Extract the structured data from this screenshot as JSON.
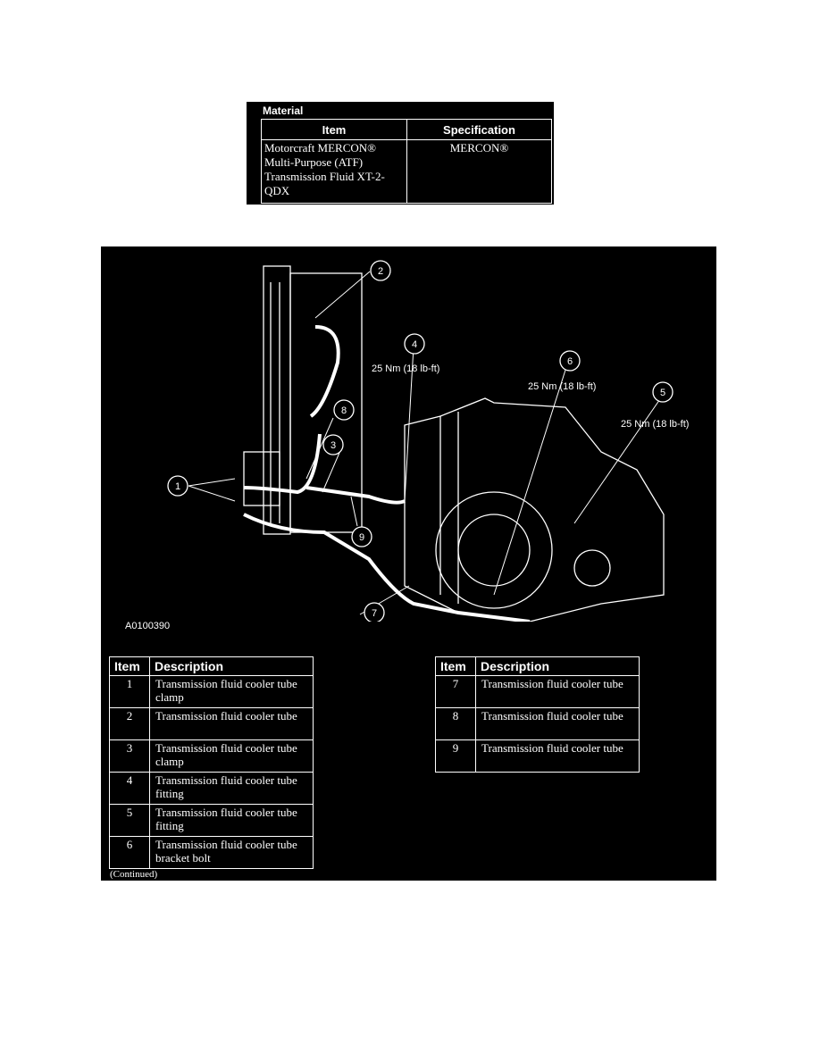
{
  "material": {
    "title": "Material",
    "headers": [
      "Item",
      "Specification"
    ],
    "rows": [
      {
        "item": "Motorcraft MERCON® Multi-Purpose (ATF) Transmission Fluid XT-2-QDX",
        "spec": "MERCON®"
      }
    ]
  },
  "figure": {
    "id": "A0100390",
    "callouts": [
      "1",
      "2",
      "3",
      "4",
      "5",
      "6",
      "7",
      "8",
      "9"
    ],
    "torques": {
      "c4": "25 Nm (18 lb-ft)",
      "c6": "25 Nm (18 lb-ft)",
      "c5": "25 Nm (18 lb-ft)"
    }
  },
  "legend": {
    "headers": [
      "Item",
      "Description"
    ],
    "left": [
      {
        "n": "1",
        "d": "Transmission fluid cooler tube clamp"
      },
      {
        "n": "2",
        "d": "Transmission fluid cooler tube"
      },
      {
        "n": "3",
        "d": "Transmission fluid cooler tube clamp"
      },
      {
        "n": "4",
        "d": "Transmission fluid cooler tube fitting"
      },
      {
        "n": "5",
        "d": "Transmission fluid cooler tube fitting"
      },
      {
        "n": "6",
        "d": "Transmission fluid cooler tube bracket bolt"
      }
    ],
    "right": [
      {
        "n": "7",
        "d": "Transmission fluid cooler tube"
      },
      {
        "n": "8",
        "d": "Transmission fluid cooler tube"
      },
      {
        "n": "9",
        "d": "Transmission fluid cooler tube"
      }
    ],
    "continued": "(Continued)"
  }
}
